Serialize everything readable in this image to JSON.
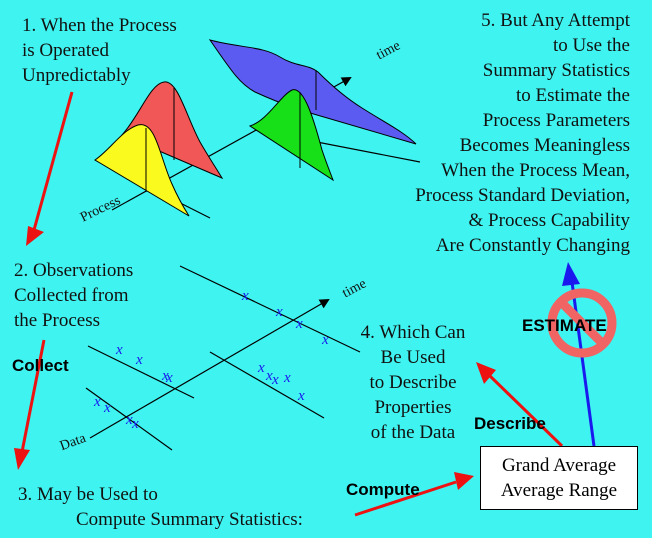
{
  "steps": {
    "step1": {
      "lines": [
        "1. When the Process",
        "is Operated",
        "Unpredictably"
      ]
    },
    "step2": {
      "lines": [
        "2. Observations",
        "Collected from",
        "the Process"
      ]
    },
    "step3": {
      "lines": [
        "3. May be Used to",
        "Compute Summary Statistics:"
      ]
    },
    "step4": {
      "lines": [
        "4. Which Can",
        "Be Used",
        "to Describe",
        "Properties",
        "of  the Data"
      ]
    },
    "step5": {
      "lines": [
        "5. But Any Attempt",
        "to Use the",
        "Summary Statistics",
        "to Estimate the",
        "Process Parameters",
        "Becomes Meaningless",
        "When the Process Mean,",
        "Process Standard Deviation,",
        "& Process Capability",
        "Are Constantly Changing"
      ]
    }
  },
  "summary_box": {
    "lines": [
      "Grand Average",
      "Average Range"
    ]
  },
  "verbs": {
    "collect": "Collect",
    "compute": "Compute",
    "describe": "Describe",
    "estimate": "ESTIMATE"
  },
  "axis_labels": {
    "time_top": "time",
    "time_bottom": "time",
    "process": "Process",
    "data": "Data"
  },
  "observation_mark": "x",
  "colors": {
    "background": "#3ff3f0",
    "arrow_red": "#ee1111",
    "arrow_blue": "#1a1aee",
    "curve_blue": "#5b5bf2",
    "curve_red": "#f25757",
    "curve_green": "#18e018",
    "curve_yellow": "#fafa1e",
    "prohibition": "#f06464"
  }
}
